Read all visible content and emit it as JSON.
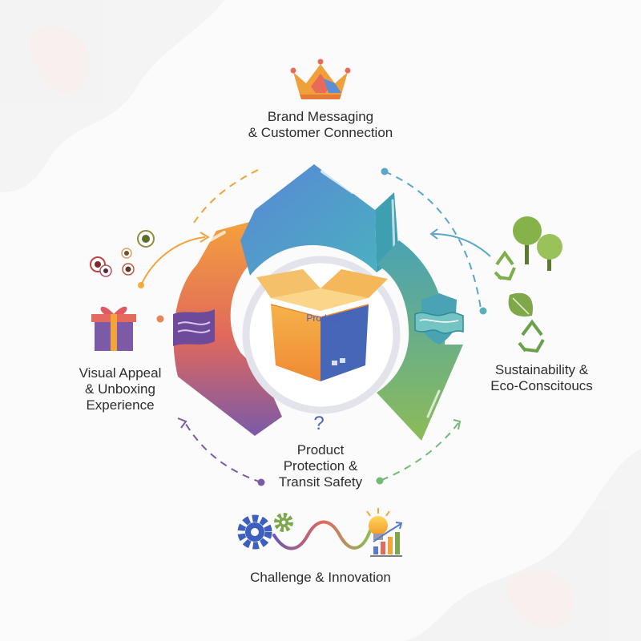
{
  "sections": {
    "top": {
      "lines": [
        "Brand Messaging",
        "& Customer Connection"
      ],
      "icon": "crown-icon"
    },
    "right": {
      "lines": [
        "Sustainability &",
        "Eco-Conscitoucs"
      ],
      "icon": "trees-recycle-icon"
    },
    "bottom_center": {
      "lines": [
        "Product",
        "Protection &",
        "Transit Safety"
      ],
      "icon": "question-mark-icon",
      "mark": "?"
    },
    "left": {
      "lines": [
        "Visual Appeal",
        "& Unboxing",
        "Experience"
      ],
      "icon": "gift-icon"
    },
    "bottom": {
      "lines": [
        "Challenge & Innovation"
      ],
      "icon": "gears-lightbulb-chart-icon"
    }
  },
  "center": {
    "box_label": "Product",
    "icon": "product-box-icon"
  },
  "colors": {
    "orange": "#f2a33a",
    "purple": "#7b5aa6",
    "blue": "#4f7fd0",
    "teal": "#4aa3b4",
    "green": "#8fba5a",
    "ring": "#e6e6ee"
  }
}
